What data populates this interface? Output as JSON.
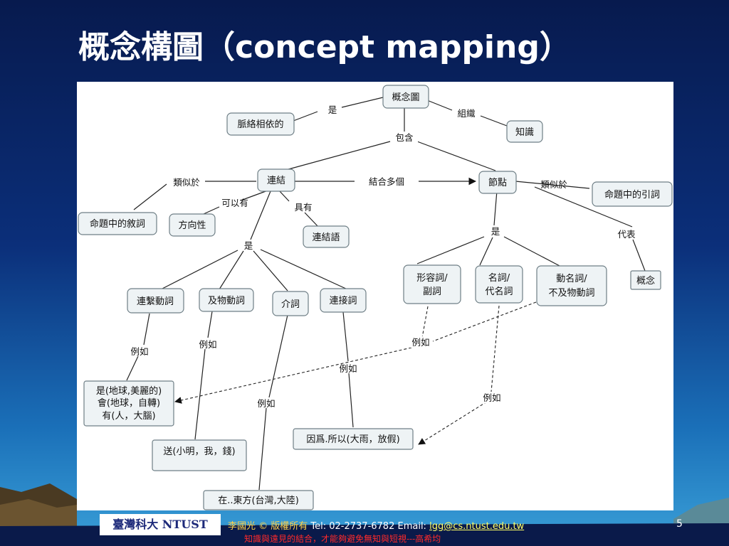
{
  "slide": {
    "title": "概念構圖（concept mapping）",
    "page_number": "5"
  },
  "diagram": {
    "nodes": [
      {
        "id": "concept-map",
        "lines": [
          "概念圖"
        ]
      },
      {
        "id": "context-dependent",
        "lines": [
          "脈絡相依的"
        ]
      },
      {
        "id": "knowledge",
        "lines": [
          "知識"
        ]
      },
      {
        "id": "link",
        "lines": [
          "連結"
        ]
      },
      {
        "id": "node",
        "lines": [
          "節點"
        ]
      },
      {
        "id": "prop-predicate",
        "lines": [
          "命題中的敘詞"
        ]
      },
      {
        "id": "direction",
        "lines": [
          "方向性"
        ]
      },
      {
        "id": "link-word",
        "lines": [
          "連結語"
        ]
      },
      {
        "id": "prop-argument",
        "lines": [
          "命題中的引詞"
        ]
      },
      {
        "id": "adj-adv",
        "lines": [
          "形容詞/",
          "副詞"
        ]
      },
      {
        "id": "noun-pronoun",
        "lines": [
          "名詞/",
          "代名詞"
        ]
      },
      {
        "id": "gerund-intrans",
        "lines": [
          "動名詞/",
          "不及物動詞"
        ]
      },
      {
        "id": "concept",
        "lines": [
          "概念"
        ]
      },
      {
        "id": "copula",
        "lines": [
          "連繫動詞"
        ]
      },
      {
        "id": "trans-verb",
        "lines": [
          "及物動詞"
        ]
      },
      {
        "id": "preposition",
        "lines": [
          "介詞"
        ]
      },
      {
        "id": "conjunction",
        "lines": [
          "連接詞"
        ]
      },
      {
        "id": "ex-copula",
        "lines": [
          "是(地球,美麗的)",
          "會(地球，自轉)",
          "有(人，大腦)"
        ]
      },
      {
        "id": "ex-trans",
        "lines": [
          "送(小明，我，錢)"
        ]
      },
      {
        "id": "ex-prep",
        "lines": [
          "在..東方(台灣,大陸)"
        ]
      },
      {
        "id": "ex-conj",
        "lines": [
          "因爲.所以(大雨，放假)"
        ]
      }
    ],
    "edge_labels": [
      {
        "id": "is-1",
        "text": "是"
      },
      {
        "id": "organize",
        "text": "組織"
      },
      {
        "id": "contain",
        "text": "包含"
      },
      {
        "id": "similar-1",
        "text": "類似於"
      },
      {
        "id": "combine-multi",
        "text": "結合多個"
      },
      {
        "id": "similar-2",
        "text": "類似於"
      },
      {
        "id": "can-have",
        "text": "可以有"
      },
      {
        "id": "has",
        "text": "具有"
      },
      {
        "id": "is-2",
        "text": "是"
      },
      {
        "id": "is-3",
        "text": "是"
      },
      {
        "id": "represent",
        "text": "代表"
      },
      {
        "id": "eg-1",
        "text": "例如"
      },
      {
        "id": "eg-2",
        "text": "例如"
      },
      {
        "id": "eg-3",
        "text": "例如"
      },
      {
        "id": "eg-4",
        "text": "例如"
      },
      {
        "id": "eg-5",
        "text": "例如"
      },
      {
        "id": "eg-6",
        "text": "例如"
      }
    ]
  },
  "footer": {
    "logo_text": "臺灣科大 NTUST",
    "author": "李國光  © 版權所有",
    "tel": "Tel: 02-2737-6782  Email: ",
    "email": "lgg@cs.ntust.edu.tw",
    "quote": "知識與遠見的結合，才能夠避免無知與短視---高希均"
  }
}
